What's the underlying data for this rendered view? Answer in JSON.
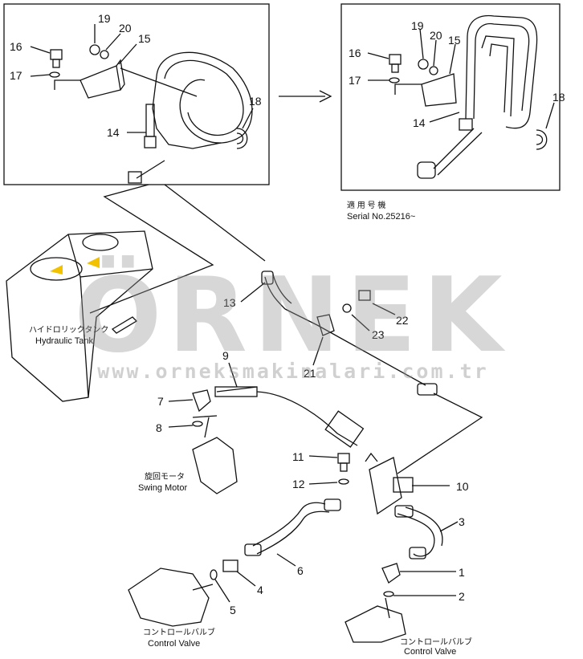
{
  "callouts": {
    "n1": "1",
    "n2": "2",
    "n3": "3",
    "n4": "4",
    "n5": "5",
    "n6": "6",
    "n7": "7",
    "n8": "8",
    "n9": "9",
    "n10": "10",
    "n11": "11",
    "n12": "12",
    "n13": "13",
    "n14": "14",
    "n15": "15",
    "n16": "16",
    "n17": "17",
    "n18": "18",
    "n19": "19",
    "n20": "20",
    "n21": "21",
    "n22": "22",
    "n23": "23"
  },
  "inset_right": {
    "n14": "14",
    "n15": "15",
    "n16": "16",
    "n17": "17",
    "n18": "18",
    "n19": "19",
    "n20": "20",
    "applicability_jp": "適 用 号 機",
    "applicability_en": "Serial No.25216~"
  },
  "labels": {
    "tank_jp": "ハイドロリックタンク",
    "tank_en": "Hydraulic Tank",
    "swing_jp": "旋回モータ",
    "swing_en": "Swing Motor",
    "cv_left_jp": "コントロールバルブ",
    "cv_left_en": "Control Valve",
    "cv_right_jp": "コントロールバルブ",
    "cv_right_en": "Control Valve"
  },
  "watermark": {
    "brand": "ÖRNEK",
    "site": "www.orneksmakinalari.com.tr"
  },
  "colors": {
    "line": "#111111",
    "watermark": "#969696",
    "accent_yellow": "#f2c200"
  }
}
